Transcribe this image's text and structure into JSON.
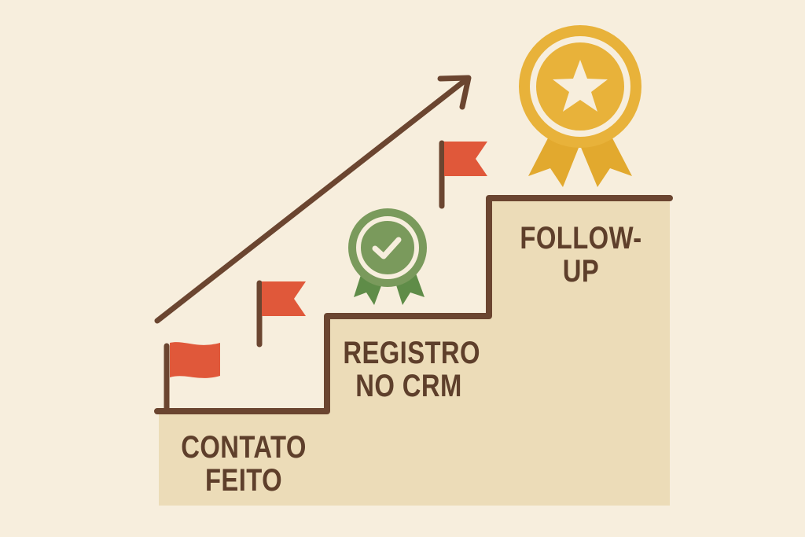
{
  "diagram": {
    "type": "staircase-progress",
    "colors": {
      "background": "#f7eedd",
      "step_fill": "#ecdcb8",
      "outline": "#6b4530",
      "text": "#5e3f2b",
      "flag": "#e0583a",
      "green_badge": "#7a9a5c",
      "green_ribbon": "#5f8c48",
      "gold_badge": "#e8b23a",
      "gold_ribbon": "#e2a92e",
      "badge_inner_ring": "#f7eedd"
    },
    "steps": [
      {
        "label_line1": "CONTATO",
        "label_line2": "FEITO"
      },
      {
        "label_line1": "REGISTRO",
        "label_line2": "NO CRM"
      },
      {
        "label_line1": "FOLLOW-UP",
        "label_line2": ""
      }
    ],
    "icons": [
      "flag-icon",
      "flag-icon",
      "checkmark-badge-icon",
      "flag-icon",
      "star-medal-icon",
      "trend-arrow-icon"
    ]
  }
}
